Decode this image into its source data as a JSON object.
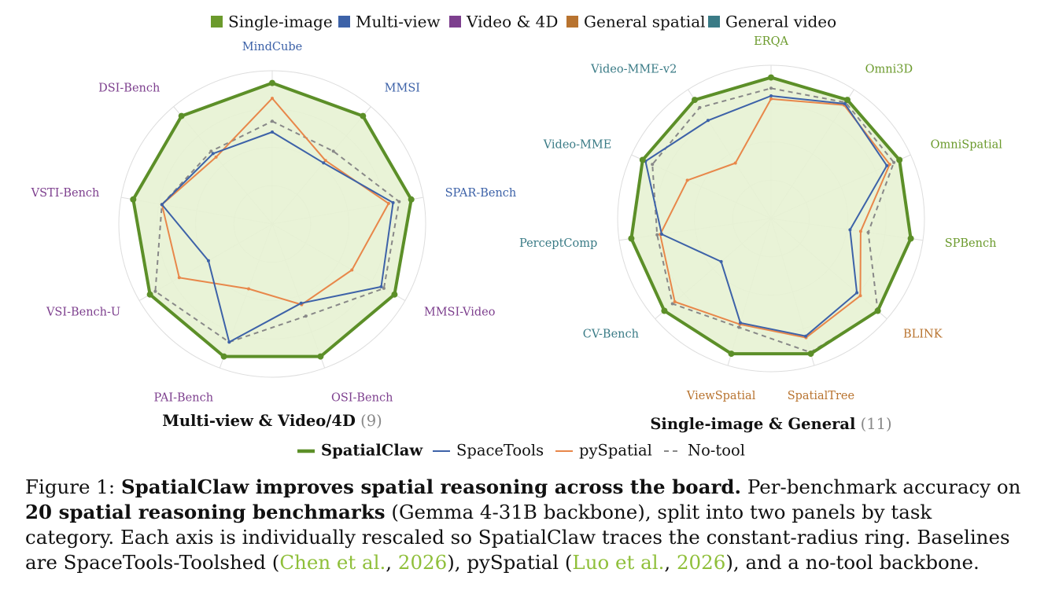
{
  "category_legend": [
    {
      "label": "Single-image",
      "color": "#6b9a2c"
    },
    {
      "label": "Multi-view",
      "color": "#3d62a8"
    },
    {
      "label": "Video & 4D",
      "color": "#7d3f8e"
    },
    {
      "label": "General spatial",
      "color": "#b8732f"
    },
    {
      "label": "General video",
      "color": "#3a7b86"
    }
  ],
  "series_legend": [
    {
      "label": "SpatialClaw",
      "color": "#5c8f28",
      "style": "thick"
    },
    {
      "label": "SpaceTools",
      "color": "#3d62a8",
      "style": "solid"
    },
    {
      "label": "pySpatial",
      "color": "#e8874a",
      "style": "solid"
    },
    {
      "label": "No-tool",
      "color": "#888888",
      "style": "dashed"
    }
  ],
  "chart_data": [
    {
      "type": "radar",
      "title": "Multi-view & Video/4D",
      "count": "(9)",
      "axes": [
        {
          "label": "MindCube",
          "category": "Multi-view"
        },
        {
          "label": "MMSI",
          "category": "Multi-view"
        },
        {
          "label": "SPAR-Bench",
          "category": "Multi-view"
        },
        {
          "label": "MMSI-Video",
          "category": "Video & 4D"
        },
        {
          "label": "OSI-Bench",
          "category": "Video & 4D"
        },
        {
          "label": "PAI-Bench",
          "category": "Video & 4D"
        },
        {
          "label": "VSI-Bench-U",
          "category": "Video & 4D"
        },
        {
          "label": "VSTI-Bench",
          "category": "Video & 4D"
        },
        {
          "label": "DSI-Bench",
          "category": "Video & 4D"
        }
      ],
      "range": [
        0,
        1
      ],
      "rings": 4,
      "grid": true,
      "series": [
        {
          "name": "SpatialClaw",
          "values": [
            0.92,
            0.92,
            0.92,
            0.92,
            0.92,
            0.92,
            0.92,
            0.92,
            0.92
          ]
        },
        {
          "name": "SpaceTools",
          "values": [
            0.6,
            0.52,
            0.8,
            0.82,
            0.55,
            0.82,
            0.48,
            0.73,
            0.6
          ]
        },
        {
          "name": "pySpatial",
          "values": [
            0.82,
            0.54,
            0.77,
            0.6,
            0.56,
            0.45,
            0.7,
            0.73,
            0.57
          ]
        },
        {
          "name": "No-tool",
          "values": [
            0.67,
            0.62,
            0.84,
            0.84,
            0.64,
            0.82,
            0.88,
            0.73,
            0.62
          ]
        }
      ]
    },
    {
      "type": "radar",
      "title": "Single-image & General",
      "count": "(11)",
      "axes": [
        {
          "label": "ERQA",
          "category": "Single-image"
        },
        {
          "label": "Omni3D",
          "category": "Single-image"
        },
        {
          "label": "OmniSpatial",
          "category": "Single-image"
        },
        {
          "label": "SPBench",
          "category": "Single-image"
        },
        {
          "label": "BLINK",
          "category": "General spatial"
        },
        {
          "label": "SpatialTree",
          "category": "General spatial"
        },
        {
          "label": "ViewSpatial",
          "category": "General spatial"
        },
        {
          "label": "CV-Bench",
          "category": "General video"
        },
        {
          "label": "PerceptComp",
          "category": "General video"
        },
        {
          "label": "Video-MME",
          "category": "General video"
        },
        {
          "label": "Video-MME-v2",
          "category": "General video"
        }
      ],
      "range": [
        0,
        1
      ],
      "rings": 4,
      "grid": true,
      "series": [
        {
          "name": "SpatialClaw",
          "values": [
            0.92,
            0.92,
            0.92,
            0.92,
            0.92,
            0.92,
            0.92,
            0.92,
            0.92,
            0.92,
            0.92
          ]
        },
        {
          "name": "SpaceTools",
          "values": [
            0.8,
            0.89,
            0.83,
            0.52,
            0.74,
            0.8,
            0.71,
            0.43,
            0.72,
            0.9,
            0.76
          ]
        },
        {
          "name": "pySpatial",
          "values": [
            0.78,
            0.88,
            0.85,
            0.59,
            0.77,
            0.81,
            0.72,
            0.83,
            0.73,
            0.6,
            0.43
          ]
        },
        {
          "name": "No-tool",
          "values": [
            0.85,
            0.9,
            0.88,
            0.64,
            0.92,
            0.91,
            0.74,
            0.85,
            0.75,
            0.85,
            0.86
          ]
        }
      ]
    }
  ],
  "caption": {
    "label": "Figure 1:",
    "bold_title": "SpatialClaw improves spatial reasoning across the board.",
    "text1": "Per-benchmark accuracy on",
    "bold_count": "20 spatial reasoning benchmarks",
    "text2": "(Gemma 4-31B backbone), split into two panels by task category. Each axis is individually rescaled so SpatialClaw traces the constant-radius ring. Baselines are SpaceTools-Toolshed (",
    "cite1_name": "Chen et al.",
    "cite1_sep": ", ",
    "cite1_year": "2026",
    "text3": "), pySpatial (",
    "cite2_name": "Luo et al.",
    "cite2_sep": ", ",
    "cite2_year": "2026",
    "text4": "), and a no-tool backbone."
  }
}
